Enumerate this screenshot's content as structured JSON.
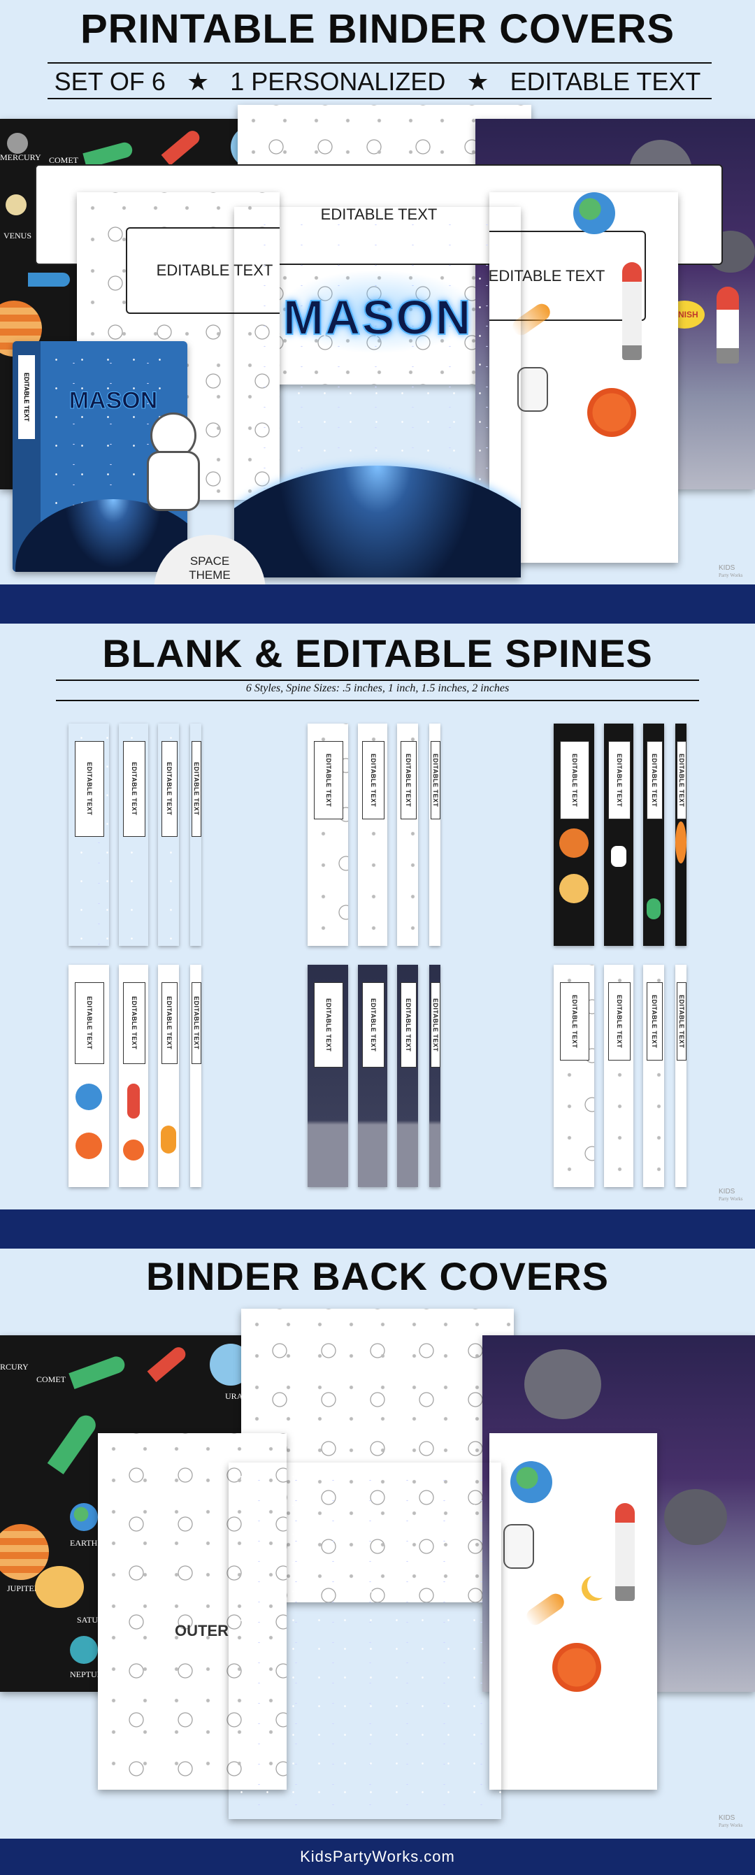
{
  "header": {
    "title": "PRINTABLE BINDER COVERS",
    "subtitle_left": "SET OF 6",
    "star": "★",
    "subtitle_mid": "1 PERSONALIZED",
    "subtitle_right": "EDITABLE TEXT"
  },
  "covers": {
    "name": "MASON",
    "editable_text": "EDITABLE TEXT",
    "space_theme_line1": "SPACE",
    "space_theme_line2": "THEME",
    "planet_labels": [
      "MERCURY",
      "COMET",
      "VENUS"
    ],
    "finish_sign": "FINISH"
  },
  "spines": {
    "title": "BLANK & EDITABLE SPINES",
    "subtitle": "6 Styles, Spine Sizes: .5 inches, 1 inch, 1.5 inches, 2 inches",
    "label": "EDITABLE TEXT"
  },
  "back": {
    "title": "BINDER BACK COVERS",
    "planet_labels": [
      "MERCURY",
      "COMET",
      "URANUS",
      "EARTH",
      "JUPITER",
      "SATURN",
      "NEPTUNE",
      "OUTER"
    ]
  },
  "watermark": {
    "line1": "KIDS",
    "line2": "Party Works"
  },
  "footer": {
    "url": "KidsPartyWorks.com"
  },
  "colors": {
    "band": "#13286b",
    "background": "#dcebf9",
    "name_glow": "#4aa8ff"
  }
}
